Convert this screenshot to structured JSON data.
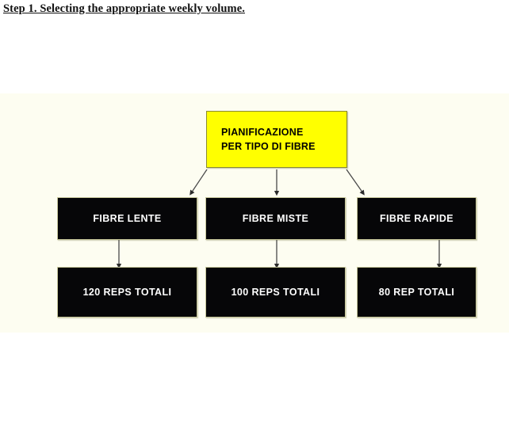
{
  "heading": "Step 1. Selecting the appropriate weekly volume.",
  "colors": {
    "page_background": "#ffffff",
    "diagram_background": "#fdfdf1",
    "root_fill": "#ffff00",
    "root_border": "#8a8a33",
    "node_fill": "#060608",
    "node_border": "#c8c89a",
    "node_text": "#ffffff",
    "root_text": "#000000",
    "connector": "#4a4a4a"
  },
  "diagram": {
    "root": {
      "label": "PIANIFICAZIONE\nPER TIPO DI FIBRE",
      "line1": "PIANIFICAZIONE",
      "line2": "PER TIPO DI FIBRE"
    },
    "fiber_types": [
      {
        "label": "FIBRE LENTE"
      },
      {
        "label": "FIBRE MISTE"
      },
      {
        "label": "FIBRE RAPIDE"
      }
    ],
    "volumes": [
      {
        "label": "120 REPS TOTALI"
      },
      {
        "label": "100 REPS TOTALI"
      },
      {
        "label": "80 REP TOTALI"
      }
    ]
  }
}
